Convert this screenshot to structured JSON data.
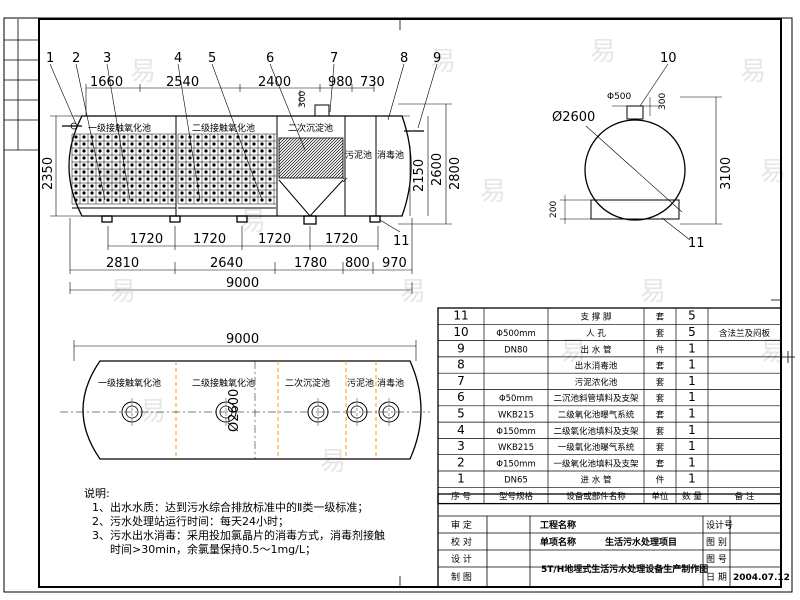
{
  "callouts": [
    "1",
    "2",
    "3",
    "4",
    "5",
    "6",
    "7",
    "8",
    "9",
    "10",
    "11",
    "11"
  ],
  "side_view": {
    "top_dims": [
      "1660",
      "2540",
      "2400",
      "980",
      "730"
    ],
    "manhole_h": "300",
    "chambers": [
      "一级接触氧化池",
      "二级接触氧化池",
      "二次沉淀池",
      "污泥池",
      "消毒池"
    ],
    "left_dim": "2350",
    "right_dims": [
      "2150",
      "2600",
      "2800"
    ],
    "support_dims": [
      "1720",
      "1720",
      "1720",
      "1720"
    ],
    "segment_dims": [
      "2810",
      "2640",
      "1780",
      "800",
      "970"
    ],
    "total_length": "9000"
  },
  "end_view": {
    "manhole": "Φ500",
    "manhole_h": "300",
    "diameter": "Ø2600",
    "height": "3100",
    "foot_h": "200"
  },
  "plan_view": {
    "total_length": "9000",
    "diameter": "Ø2600",
    "chambers": [
      "一级接触氧化池",
      "二级接触氧化池",
      "二次沉淀池",
      "污泥池",
      "消毒池"
    ]
  },
  "notes": {
    "heading": "说明:",
    "lines": [
      "1、出水水质：达到污水综合排放标准中的Ⅱ类一级标准；",
      "2、污水处理站运行时间：每天24小时；",
      "3、污水出水消毒：采用投加氯晶片的消毒方式，消毒剂接触",
      "时间>30min，余氯量保持0.5～1mg/L；"
    ]
  },
  "bom": {
    "rows": [
      {
        "no": "11",
        "spec": "",
        "name": "支 撑 脚",
        "unit": "套",
        "qty": "5",
        "note": ""
      },
      {
        "no": "10",
        "spec": "Φ500mm",
        "name": "人  孔",
        "unit": "套",
        "qty": "5",
        "note": "含法兰及闷板"
      },
      {
        "no": "9",
        "spec": "DN80",
        "name": "出 水 管",
        "unit": "件",
        "qty": "1",
        "note": ""
      },
      {
        "no": "8",
        "spec": "",
        "name": "出水消毒池",
        "unit": "套",
        "qty": "1",
        "note": ""
      },
      {
        "no": "7",
        "spec": "",
        "name": "污泥浓化池",
        "unit": "套",
        "qty": "1",
        "note": ""
      },
      {
        "no": "6",
        "spec": "Φ50mm",
        "name": "二沉池斜管填料及支架",
        "unit": "套",
        "qty": "1",
        "note": ""
      },
      {
        "no": "5",
        "spec": "WKB215",
        "name": "二级氧化池曝气系统",
        "unit": "套",
        "qty": "1",
        "note": ""
      },
      {
        "no": "4",
        "spec": "Φ150mm",
        "name": "二级氧化池填料及支架",
        "unit": "套",
        "qty": "1",
        "note": ""
      },
      {
        "no": "3",
        "spec": "WKB215",
        "name": "一级氧化池曝气系统",
        "unit": "套",
        "qty": "1",
        "note": ""
      },
      {
        "no": "2",
        "spec": "Φ150mm",
        "name": "一级氧化池填料及支架",
        "unit": "套",
        "qty": "1",
        "note": ""
      },
      {
        "no": "1",
        "spec": "DN65",
        "name": "进 水 管",
        "unit": "件",
        "qty": "1",
        "note": ""
      }
    ],
    "header": {
      "no": "序 号",
      "spec": "型号规格",
      "name": "设备或部件名称",
      "unit": "单位",
      "qty": "数 量",
      "note": "备 注"
    }
  },
  "title_block": {
    "left_labels": [
      "审 定",
      "校 对",
      "设 计",
      "制 图"
    ],
    "project_label": "工程名称",
    "item_label": "单项名称",
    "item_value": "生活污水处理项目",
    "drawing_title": "5T/H地埋式生活污水处理设备生产制作图",
    "right_labels": [
      "设计号",
      "图 别",
      "图 号",
      "日 期"
    ],
    "date": "2004.07.12"
  },
  "watermark": "易",
  "colors": {
    "line": "#000000",
    "chamber_divider": "#ff9900",
    "watermark": "#e6e6e6"
  }
}
